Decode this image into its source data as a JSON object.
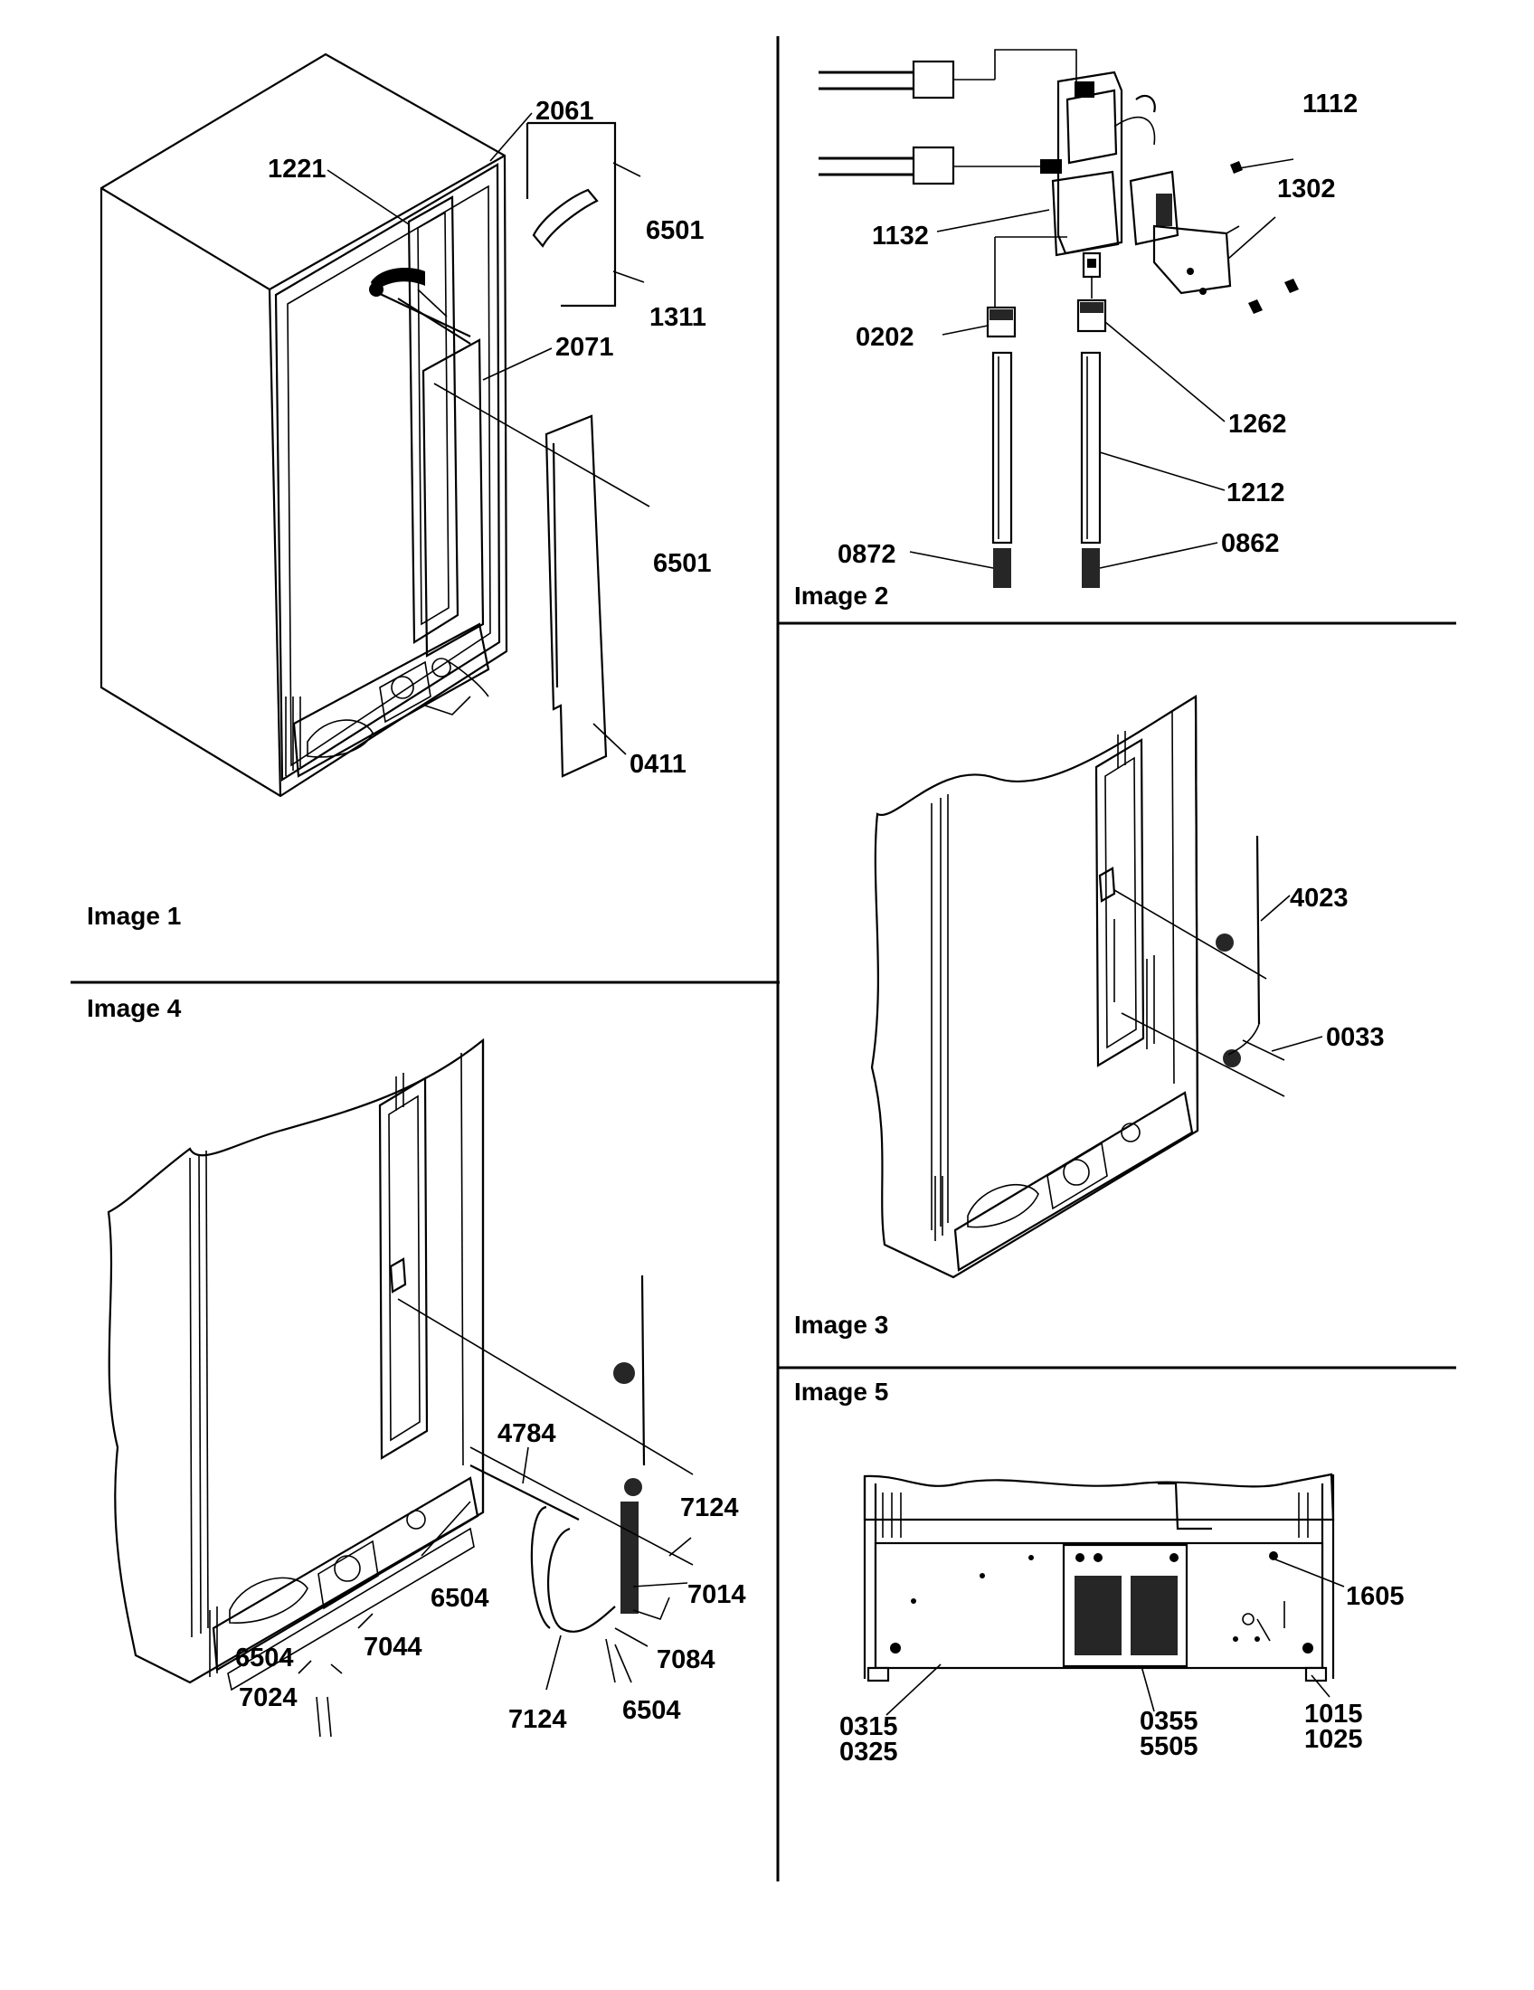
{
  "captions": {
    "image1": "Image 1",
    "image2": "Image 2",
    "image3": "Image 3",
    "image4": "Image 4",
    "image5": "Image 5"
  },
  "image1_callouts": {
    "c2061": "2061",
    "c1221": "1221",
    "c6501a": "6501",
    "c1311": "1311",
    "c2071": "2071",
    "c6501b": "6501",
    "c0411": "0411"
  },
  "image2_callouts": {
    "c1112": "1112",
    "c1302": "1302",
    "c1132": "1132",
    "c0202": "0202",
    "c1262": "1262",
    "c1212": "1212",
    "c0872": "0872",
    "c0862": "0862"
  },
  "image3_callouts": {
    "c4023": "4023",
    "c0033": "0033"
  },
  "image4_callouts": {
    "c4784": "4784",
    "c7124a": "7124",
    "c6504a": "6504",
    "c7014": "7014",
    "c6504b": "6504",
    "c7044": "7044",
    "c7084": "7084",
    "c7024": "7024",
    "c7124b": "7124",
    "c6504c": "6504"
  },
  "image5_callouts": {
    "c1605": "1605",
    "c0315": "0315",
    "c0325": "0325",
    "c0355": "0355",
    "c5505": "5505",
    "c1015": "1015",
    "c1025": "1025"
  }
}
